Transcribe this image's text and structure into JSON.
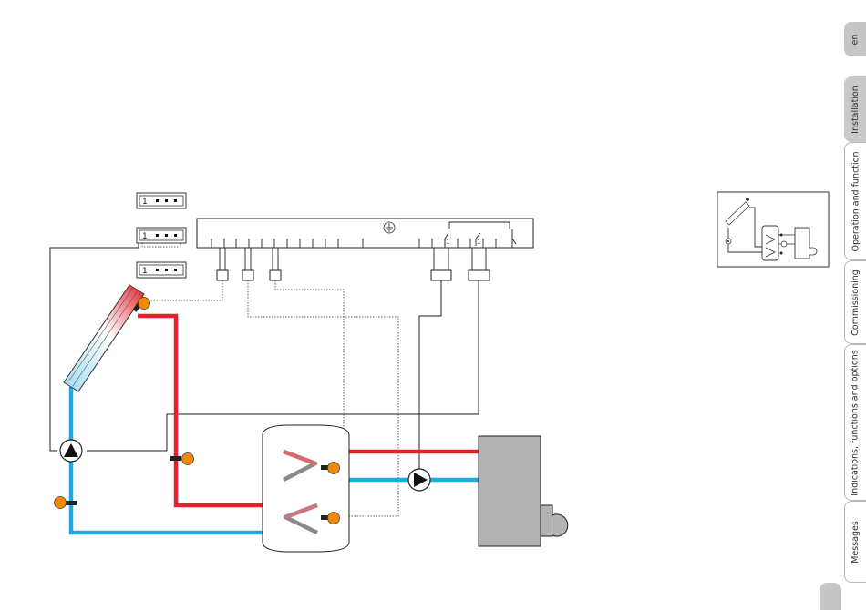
{
  "sidebar": {
    "language": "en",
    "tabs": [
      {
        "label": "Installation",
        "active": true
      },
      {
        "label": "Operation and function",
        "active": false
      },
      {
        "label": "Commissioning",
        "active": false
      },
      {
        "label": "Indications, functions and options",
        "active": false
      },
      {
        "label": "Messages",
        "active": false
      }
    ]
  },
  "diagram": {
    "connector_labels": [
      "1",
      "1",
      "1"
    ],
    "colors": {
      "hot_pipe": "#e8202a",
      "cold_pipe": "#1fa9e1",
      "sensor": "#f18a00",
      "boiler": "#b3b3b3",
      "pump_fill": "#ffffff"
    }
  }
}
